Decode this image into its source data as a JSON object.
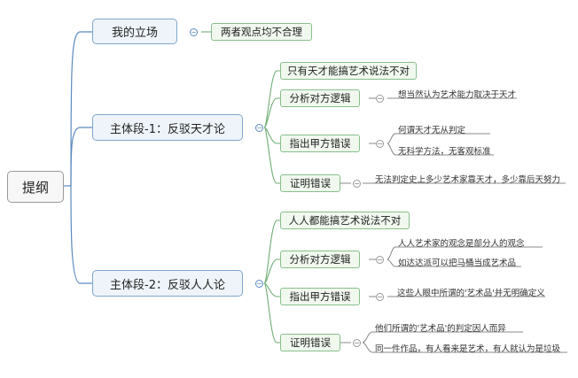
{
  "root": {
    "label": "提纲"
  },
  "stance": {
    "label": "我的立场",
    "child": "两者观点均不合理"
  },
  "body1": {
    "label": "主体段-1：反驳天才论",
    "intro": "只有天才能搞艺术说法不对",
    "analysis": {
      "label": "分析对方逻辑",
      "items": [
        "想当然认为艺术能力取决于天才"
      ]
    },
    "errors": {
      "label": "指出甲方错误",
      "items": [
        "何谓天才无从判定",
        "无科学方法，无客观标准"
      ]
    },
    "proof": {
      "label": "证明错误",
      "items": [
        "无法判定史上多少艺术家靠天才，多少靠后天努力"
      ]
    }
  },
  "body2": {
    "label": "主体段-2：反驳人人论",
    "intro": "人人都能搞艺术说法不对",
    "analysis": {
      "label": "分析对方逻辑",
      "items": [
        "人人艺术家的观念是部分人的观念",
        "如达达派可以把马桶当成艺术品"
      ]
    },
    "errors": {
      "label": "指出甲方错误",
      "items": [
        "这些人眼中所谓的'艺术品'并无明确定义"
      ]
    },
    "proof": {
      "label": "证明错误",
      "items": [
        "他们所谓的'艺术品'的判定因人而异",
        "同一件作品，有人看来是艺术，有人就认为是垃圾"
      ]
    }
  },
  "toggle_symbol": "−"
}
